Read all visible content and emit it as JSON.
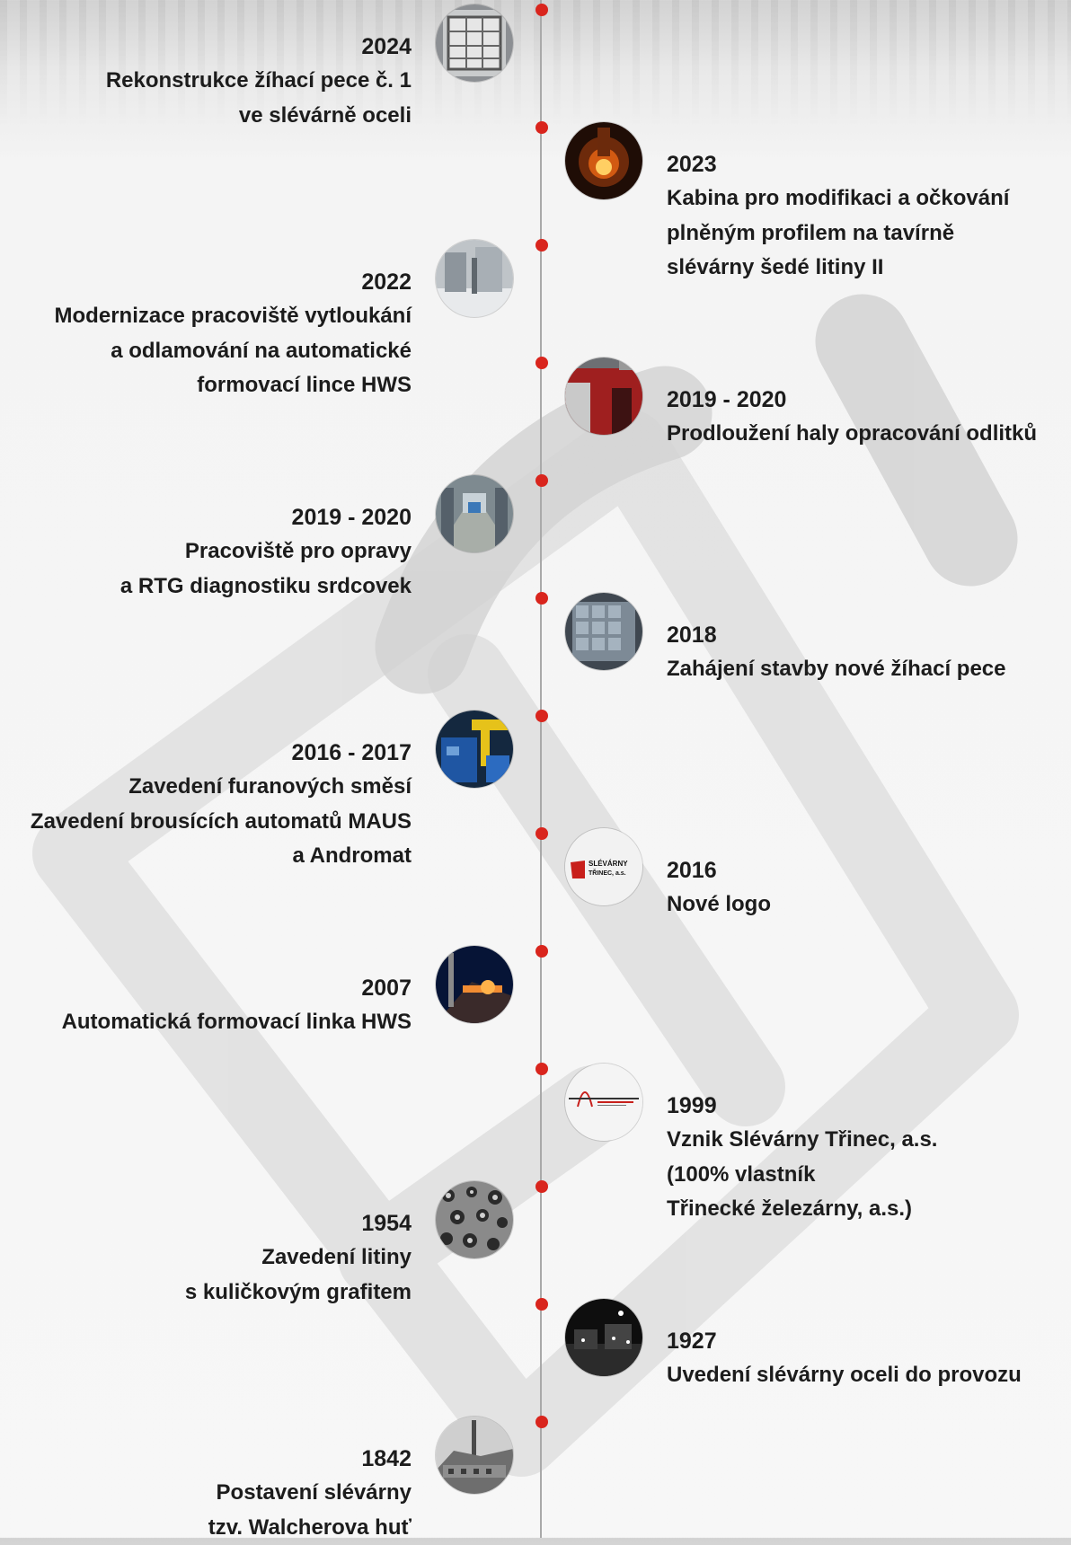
{
  "colors": {
    "accent": "#d9251d",
    "axis": "#a9a9a9",
    "text": "#1c1c1c",
    "watermark": "#dcdcdc"
  },
  "timeline": [
    {
      "year": "2024",
      "text": "Rekonstrukce žíhací pece č. 1\nve slévárně oceli",
      "side": "left",
      "icon": "annealing-furnace-photo"
    },
    {
      "year": "2023",
      "text": "Kabina pro modifikaci a očkování\nplněným profilem na tavírně\nslévárny šedé litiny II",
      "side": "right",
      "icon": "molten-metal-photo"
    },
    {
      "year": "2022",
      "text": "Modernizace pracoviště vytloukání\na odlamování na automatické\nformovací lince HWS",
      "side": "left",
      "icon": "knockout-station-photo"
    },
    {
      "year": "2019 - 2020",
      "text": "Prodloužení haly opracování odlitků",
      "side": "right",
      "icon": "hall-extension-photo"
    },
    {
      "year": "2019 - 2020",
      "text": "Pracoviště pro opravy\na RTG diagnostiku srdcovek",
      "side": "left",
      "icon": "repair-workshop-photo"
    },
    {
      "year": "2018",
      "text": "Zahájení stavby nové žíhací pece",
      "side": "right",
      "icon": "furnace-construction-photo"
    },
    {
      "year": "2016 - 2017",
      "text": "Zavedení furanových směsí\nZavedení brousících automatů MAUS\na Andromat",
      "side": "left",
      "icon": "grinding-machines-photo"
    },
    {
      "year": "2016",
      "text": "Nové logo",
      "side": "right",
      "icon": "new-logo",
      "logo_text": [
        "SLÉVÁRNY",
        "TŘINEC, a.s."
      ]
    },
    {
      "year": "2007",
      "text": "Automatická formovací linka HWS",
      "side": "left",
      "icon": "molding-line-photo"
    },
    {
      "year": "1999",
      "text": "Vznik Slévárny Třinec, a.s.\n(100% vlastník\nTřinecké železárny, a.s.)",
      "side": "right",
      "icon": "old-logo"
    },
    {
      "year": "1954",
      "text": "Zavedení litiny\ns kuličkovým grafitem",
      "side": "left",
      "icon": "nodular-graphite-micrograph"
    },
    {
      "year": "1927",
      "text": "Uvedení slévárny oceli do provozu",
      "side": "right",
      "icon": "steel-foundry-night-photo"
    },
    {
      "year": "1842",
      "text": "Postavení slévárny\ntzv. Walcherova huť",
      "side": "left",
      "icon": "historic-ironworks-photo"
    }
  ]
}
